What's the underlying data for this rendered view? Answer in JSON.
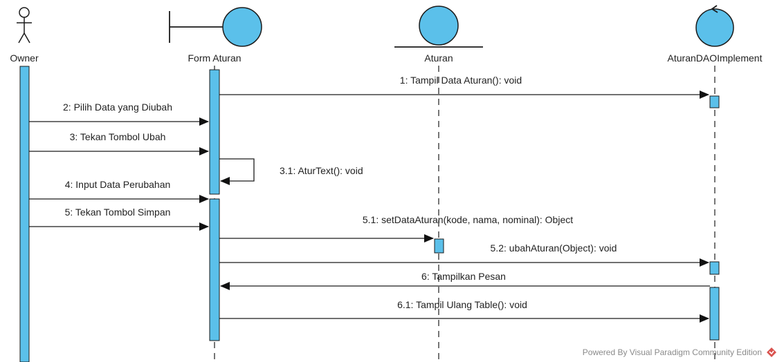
{
  "participants": {
    "owner": "Owner",
    "form": "Form Aturan",
    "entity": "Aturan",
    "control": "AturanDAOImplement"
  },
  "messages": {
    "m1": "1: Tampil Data Aturan(): void",
    "m2": "2: Pilih Data yang Diubah",
    "m3": "3: Tekan Tombol Ubah",
    "m31": "3.1: AturText(): void",
    "m4": "4: Input Data Perubahan",
    "m5": "5: Tekan Tombol Simpan",
    "m51": "5.1: setDataAturan(kode, nama, nominal): Object",
    "m52": "5.2: ubahAturan(Object): void",
    "m6": "6: Tampilkan Pesan",
    "m61": "6.1: Tampil Ulang Table(): void"
  },
  "footer": {
    "text": "Powered By  Visual Paradigm Community Edition"
  },
  "colors": {
    "fill": "#5bc0ea",
    "stroke": "#1a1a1a",
    "logo": "#d9534f"
  }
}
